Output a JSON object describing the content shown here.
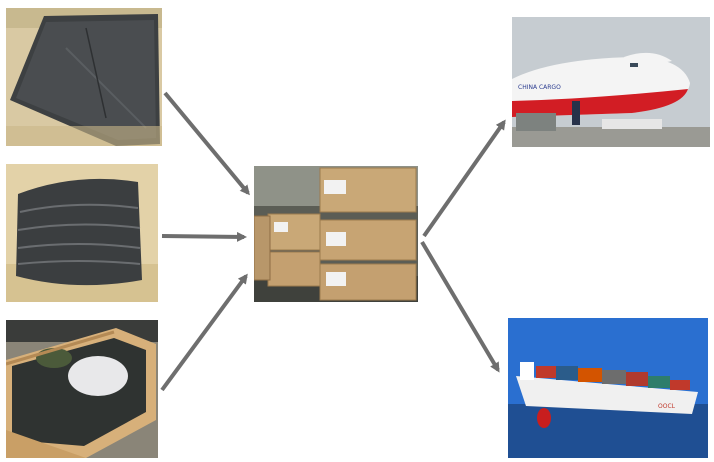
{
  "diagram": {
    "colors": {
      "arrow": "#6e6e6e",
      "background": "#ffffff"
    },
    "photos": [
      {
        "name": "flat-bladder-sheet-photo",
        "subject": "flat dark grey flexible bladder laid out on warehouse floor"
      },
      {
        "name": "folded-bladder-photo",
        "subject": "dark grey bladder folded into a compact bundle"
      },
      {
        "name": "bladder-in-wooden-crate-photo",
        "subject": "folded bladder and white bag packed inside an open wooden crate"
      },
      {
        "name": "stacked-wooden-crates-photo",
        "subject": "stacked wooden shipping crates in a warehouse"
      },
      {
        "name": "cargo-airplane-photo",
        "subject": "China Cargo freighter aircraft being loaded",
        "lettering": "CHINA CARGO"
      },
      {
        "name": "container-ship-photo",
        "subject": "container ship loaded with containers at sea",
        "lettering": "OOCL"
      }
    ],
    "arrows": [
      {
        "name": "arrow-flat-to-crates"
      },
      {
        "name": "arrow-folded-to-crates"
      },
      {
        "name": "arrow-boxed-to-crates"
      },
      {
        "name": "arrow-crates-to-airplane"
      },
      {
        "name": "arrow-crates-to-ship"
      }
    ]
  }
}
